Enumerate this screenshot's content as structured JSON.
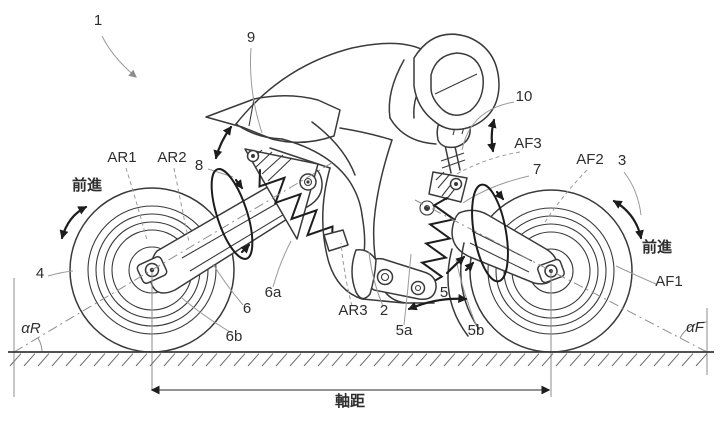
{
  "labels": {
    "n1": "1",
    "n2": "2",
    "n3": "3",
    "n4": "4",
    "n5": "5",
    "n5a": "5a",
    "n5b": "5b",
    "n6": "6",
    "n6a": "6a",
    "n6b": "6b",
    "n7": "7",
    "n8": "8",
    "n9": "9",
    "n10": "10",
    "ar1": "AR1",
    "ar2": "AR2",
    "ar3": "AR3",
    "af1": "AF1",
    "af2": "AF2",
    "af3": "AF3",
    "alpha_r": "αR",
    "alpha_f": "αF",
    "forward_left": "前進",
    "forward_right": "前進",
    "wheelbase": "軸距"
  },
  "colors": {
    "background": "#ffffff",
    "ink": "#3a3a3a",
    "leader": "#9a9a9a",
    "arrow": "#1d1d1d"
  }
}
